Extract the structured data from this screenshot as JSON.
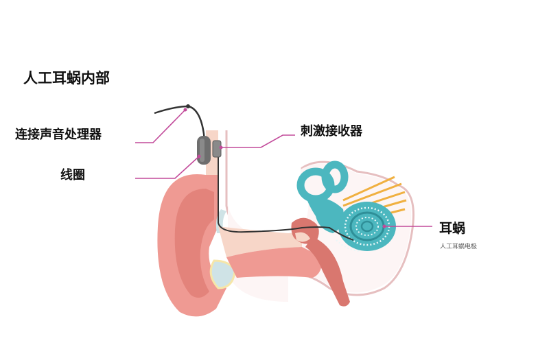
{
  "title": "人工耳蜗内部",
  "labels": {
    "connect_processor": "连接声音处理器",
    "coil": "线圈",
    "stimulus_receiver": "刺激接收器",
    "cochlea": "耳蜗",
    "electrode": "人工耳蜗电极"
  },
  "colors": {
    "skin": "#ef9a93",
    "skin_dark": "#d9776f",
    "canal": "#f7d6c8",
    "bone_outline": "#e6bfc0",
    "cartilage": "#f6e6a8",
    "cochlea": "#4cb7bf",
    "cochlea_dark": "#2f8f98",
    "nerve": "#f0b040",
    "leader_line": "#c24a9a",
    "device": "#6e6e6e"
  }
}
